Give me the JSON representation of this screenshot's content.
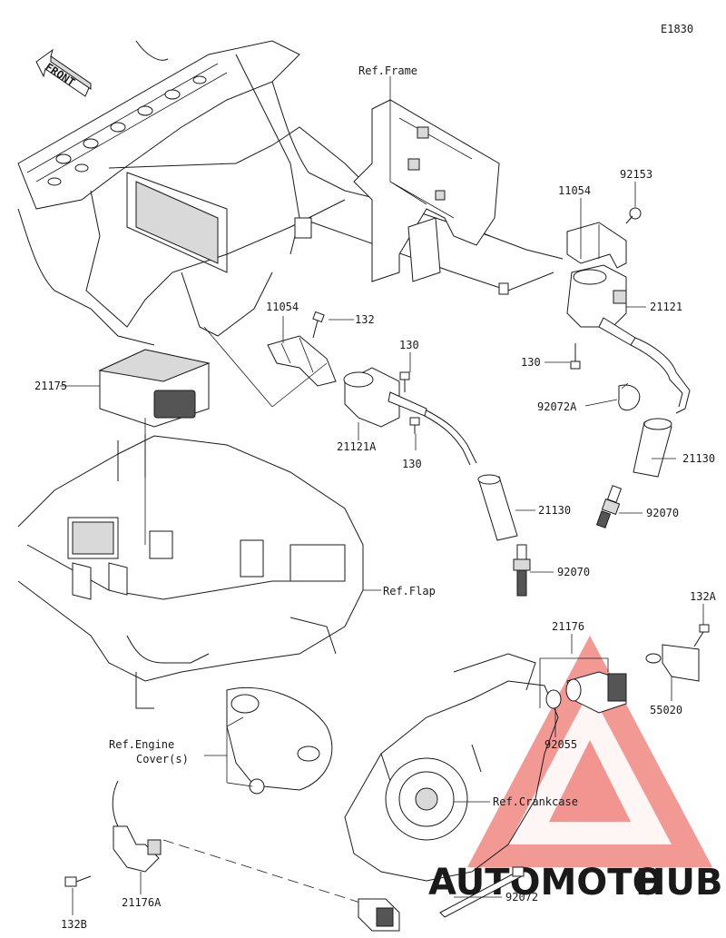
{
  "diagram_id": "E1830",
  "front_label": "FRONT",
  "refs": {
    "frame": "Ref.Frame",
    "flap": "Ref.Flap",
    "engine_cover": "Ref.Engine",
    "engine_cover_2": "Cover(s)",
    "crankcase": "Ref.Crankcase"
  },
  "parts": [
    {
      "key": "p11054a",
      "number": "11054"
    },
    {
      "key": "p92153",
      "number": "92153"
    },
    {
      "key": "p21121",
      "number": "21121"
    },
    {
      "key": "p130a",
      "number": "130"
    },
    {
      "key": "p92072A",
      "number": "92072A"
    },
    {
      "key": "p21130a",
      "number": "21130"
    },
    {
      "key": "p92070a",
      "number": "92070"
    },
    {
      "key": "p11054b",
      "number": "11054"
    },
    {
      "key": "p132",
      "number": "132"
    },
    {
      "key": "p130b",
      "number": "130"
    },
    {
      "key": "p21175",
      "number": "21175"
    },
    {
      "key": "p21121A",
      "number": "21121A"
    },
    {
      "key": "p130c",
      "number": "130"
    },
    {
      "key": "p21130b",
      "number": "21130"
    },
    {
      "key": "p92070b",
      "number": "92070"
    },
    {
      "key": "p132A",
      "number": "132A"
    },
    {
      "key": "p21176",
      "number": "21176"
    },
    {
      "key": "p55020",
      "number": "55020"
    },
    {
      "key": "p92055",
      "number": "92055"
    },
    {
      "key": "p132B",
      "number": "132B"
    },
    {
      "key": "p21176A",
      "number": "21176A"
    },
    {
      "key": "p92072",
      "number": "92072"
    }
  ],
  "watermark": {
    "part1": "AUTOMOTO",
    "part2": "HUB",
    "color1": "#f2b84b",
    "color2": "#8c8c8c",
    "triangle_color": "#e8453c"
  }
}
